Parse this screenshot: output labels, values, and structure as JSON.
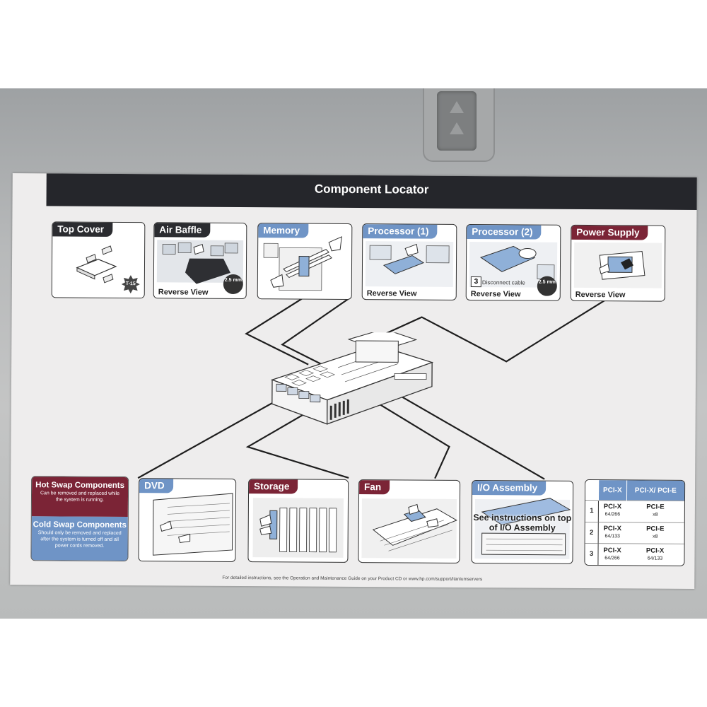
{
  "label": {
    "title": "Component Locator",
    "footer": "For detailed instructions, see the Operation and Maintenance Guide on your Product CD or www.hp.com/support/itaniumservers"
  },
  "panels": {
    "top_cover": {
      "title": "Top Cover",
      "badge": "T-15"
    },
    "air_baffle": {
      "title": "Air Baffle",
      "note": "Reverse View",
      "badge": "2.5 mm"
    },
    "memory": {
      "title": "Memory"
    },
    "processor1": {
      "title": "Processor (1)",
      "note": "Reverse View"
    },
    "processor2": {
      "title": "Processor (2)",
      "note": "Reverse View",
      "step": "3",
      "step_text": "Disconnect cable",
      "badge": "2.5 mm"
    },
    "power_supply": {
      "title": "Power Supply",
      "note": "Reverse View"
    },
    "dvd": {
      "title": "DVD"
    },
    "storage": {
      "title": "Storage"
    },
    "fan": {
      "title": "Fan"
    },
    "io_assembly": {
      "title": "I/O Assembly",
      "note": "See instructions on top of I/O Assembly"
    }
  },
  "legend": {
    "hot_title": "Hot Swap Components",
    "hot_desc": "Can be removed and replaced while the system is running.",
    "cold_title": "Cold Swap Components",
    "cold_desc": "Should only be removed and replaced after the system is turned off and all power cords removed."
  },
  "pci_table": {
    "headers": [
      "PCI-X",
      "PCI-X/ PCI-E"
    ],
    "rows": [
      {
        "slot": "1",
        "a": "PCI-X",
        "a_sub": "64/266",
        "b": "PCI-E",
        "b_sub": "x8"
      },
      {
        "slot": "2",
        "a": "PCI-X",
        "a_sub": "64/133",
        "b": "PCI-E",
        "b_sub": "x8"
      },
      {
        "slot": "3",
        "a": "PCI-X",
        "a_sub": "64/266",
        "b": "PCI-X",
        "b_sub": "64/133"
      }
    ]
  },
  "colors": {
    "hot": "#7b2436",
    "cold": "#6f94c6",
    "bar": "#25262b"
  }
}
